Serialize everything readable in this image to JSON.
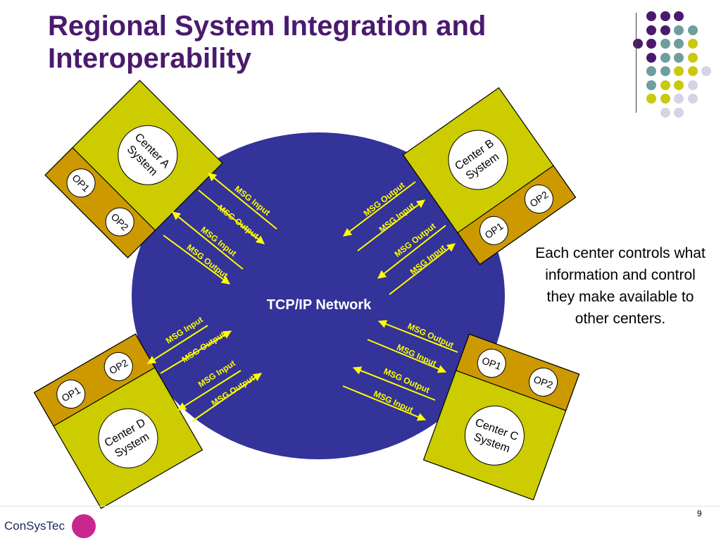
{
  "title": "Regional System Integration and Interoperability",
  "network_label": "TCP/IP Network",
  "side_note": "Each center controls what information and control they make available to other centers.",
  "page_number": "9",
  "logo_text": "ConSysTec",
  "colors": {
    "title": "#4a1a6e",
    "network_circle": "#333399",
    "center_box": "#cccc00",
    "op_panel": "#cc9900",
    "arrow": "#ffff00",
    "dot_purple": "#4a1a6e",
    "dot_teal": "#6e9e9e",
    "dot_olive": "#c9c90e",
    "dot_lavender": "#d4d4e6"
  },
  "centers": [
    {
      "label_line1": "Center A",
      "label_line2": "System",
      "op1": "OP1",
      "op2": "OP2",
      "arrows": [
        "MSG Input",
        "MSG Output",
        "MSG Input",
        "MSG Output"
      ]
    },
    {
      "label_line1": "Center B",
      "label_line2": "System",
      "op1": "OP1",
      "op2": "OP2",
      "arrows": [
        "MSG Output",
        "MSG Input",
        "MSG Output",
        "MSG Input"
      ]
    },
    {
      "label_line1": "Center C",
      "label_line2": "System",
      "op1": "OP1",
      "op2": "OP2",
      "arrows": [
        "MSG Output",
        "MSG Input",
        "MSG Output",
        "MSG Input"
      ]
    },
    {
      "label_line1": "Center D",
      "label_line2": "System",
      "op1": "OP1",
      "op2": "OP2",
      "arrows": [
        "MSG Input",
        "MSG Output",
        "MSG Input",
        "MSG Output"
      ]
    }
  ]
}
